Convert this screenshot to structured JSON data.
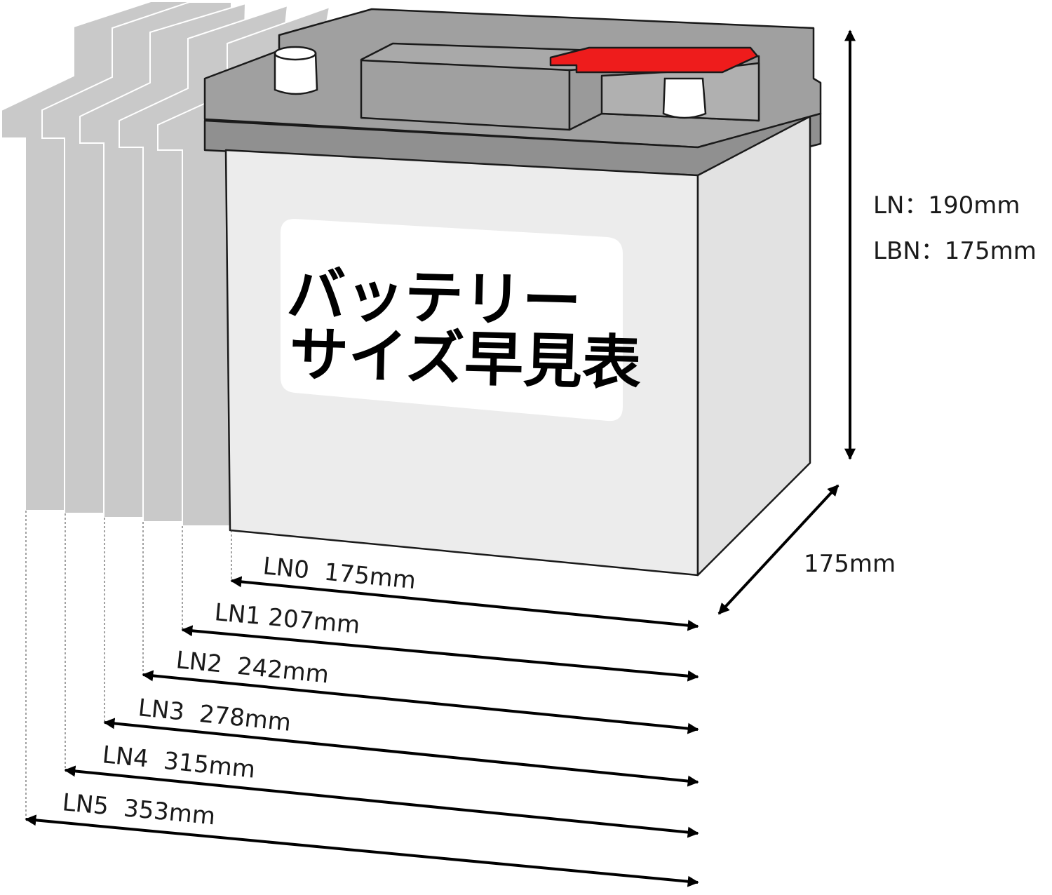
{
  "label": {
    "line1": "バッテリー",
    "line2": "サイズ早見表"
  },
  "height": {
    "ln": "LN：190mm",
    "lbn": "LBN：175mm"
  },
  "depth": {
    "text": "175mm"
  },
  "lengths": [
    {
      "text": "LN0  175mm"
    },
    {
      "text": "LN1 207mm"
    },
    {
      "text": "LN2  242mm"
    },
    {
      "text": "LN3  278mm"
    },
    {
      "text": "LN4  315mm"
    },
    {
      "text": "LN5  353mm"
    }
  ],
  "colors": {
    "body": "#ececec",
    "lid": "#9f9f9f",
    "ghost": "#c9c9c9",
    "terminal_cover": "#ee1c1c",
    "outline": "#1a1a1a"
  }
}
